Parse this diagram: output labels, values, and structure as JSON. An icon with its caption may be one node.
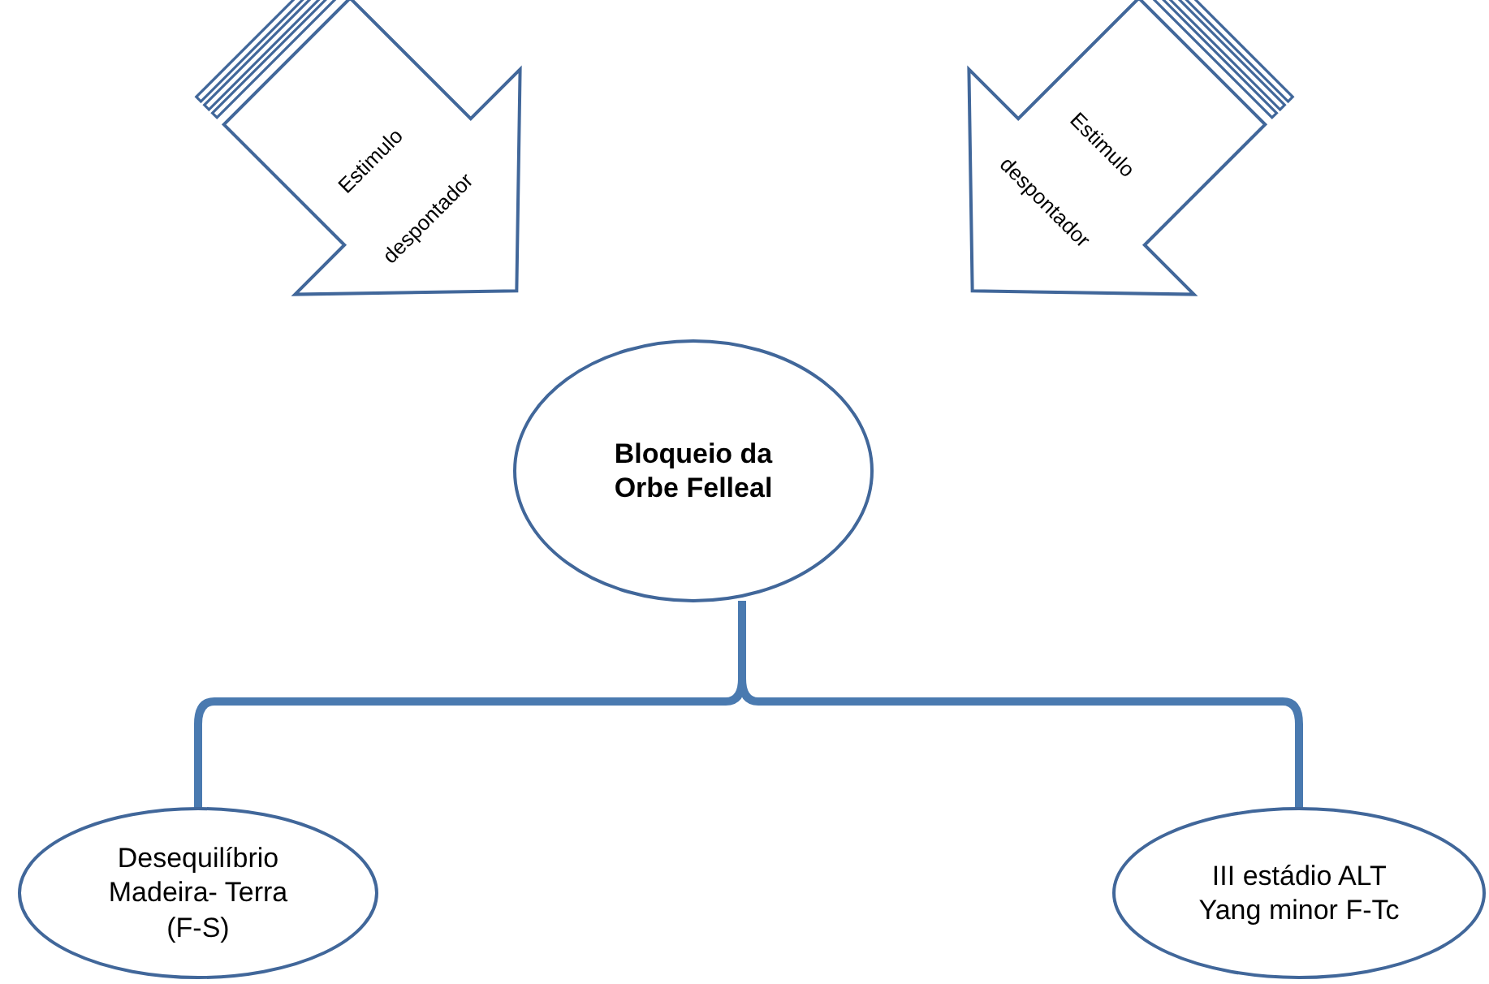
{
  "diagram": {
    "nodes": [
      {
        "text": [
          "Estimulo despontador"
        ]
      },
      {
        "text": [
          "Estimulo despontador"
        ]
      },
      {
        "text": [
          "Bloqueio da Orbe Felleal"
        ]
      },
      {
        "text": [
          "Desequilíbrio Madeira- Terra (F-S)"
        ]
      },
      {
        "text": [
          "III estádio ALT Yang minor F-Tc"
        ]
      }
    ],
    "edges": [
      {
        "from": 2,
        "to": 3,
        "arrow": "none"
      },
      {
        "from": 2,
        "to": 4,
        "arrow": "none"
      }
    ]
  }
}
